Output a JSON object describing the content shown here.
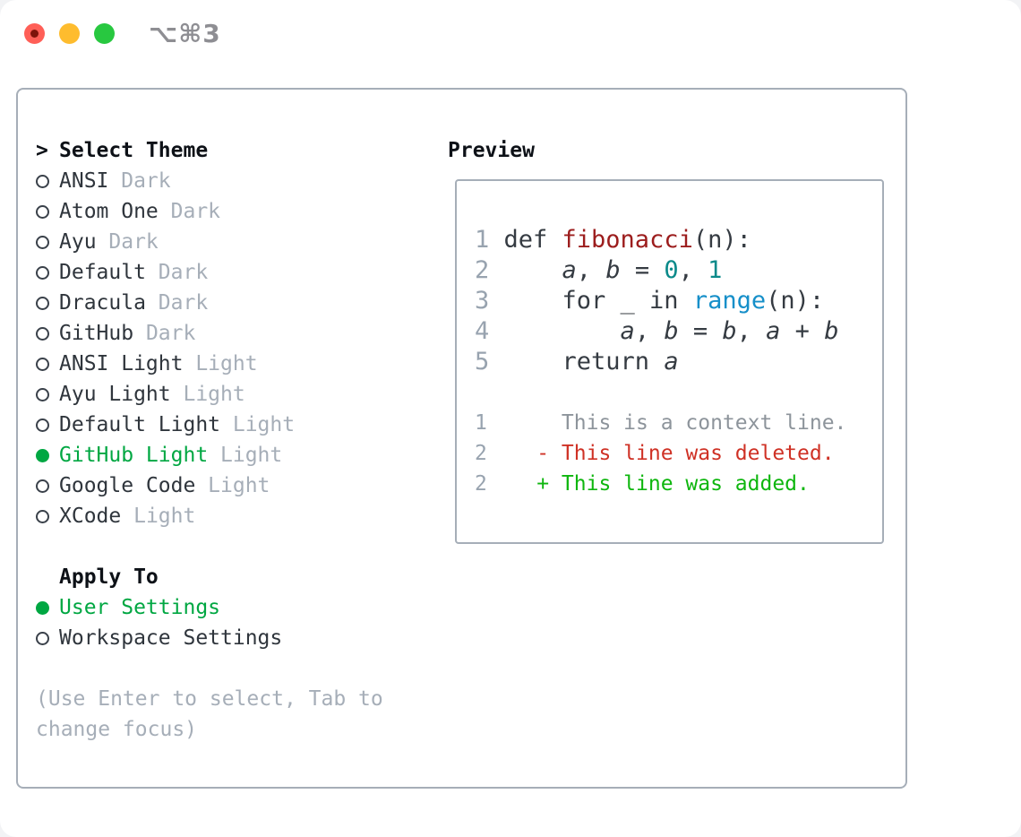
{
  "window": {
    "title": "⌥⌘3"
  },
  "sidebar": {
    "header_marker": ">",
    "header": "Select Theme",
    "themes": [
      {
        "name": "ANSI",
        "variant": "Dark",
        "selected": false
      },
      {
        "name": "Atom One",
        "variant": "Dark",
        "selected": false
      },
      {
        "name": "Ayu",
        "variant": "Dark",
        "selected": false
      },
      {
        "name": "Default",
        "variant": "Dark",
        "selected": false
      },
      {
        "name": "Dracula",
        "variant": "Dark",
        "selected": false
      },
      {
        "name": "GitHub",
        "variant": "Dark",
        "selected": false
      },
      {
        "name": "ANSI Light",
        "variant": "Light",
        "selected": false
      },
      {
        "name": "Ayu Light",
        "variant": "Light",
        "selected": false
      },
      {
        "name": "Default Light",
        "variant": "Light",
        "selected": false
      },
      {
        "name": "GitHub Light",
        "variant": "Light",
        "selected": true
      },
      {
        "name": "Google Code",
        "variant": "Light",
        "selected": false
      },
      {
        "name": "XCode",
        "variant": "Light",
        "selected": false
      }
    ],
    "apply_header": "Apply To",
    "apply_options": [
      {
        "name": "User Settings",
        "selected": true
      },
      {
        "name": "Workspace Settings",
        "selected": false
      }
    ],
    "help_line1": "(Use Enter to select, Tab to",
    "help_line2": "change focus)"
  },
  "preview": {
    "title": "Preview",
    "code_lines": [
      {
        "num": "1",
        "tokens": [
          {
            "t": "def ",
            "c": "code"
          },
          {
            "t": "fibonacci",
            "c": "title"
          },
          {
            "t": "(n):",
            "c": "code"
          }
        ]
      },
      {
        "num": "2",
        "tokens": [
          {
            "t": "    ",
            "c": "code"
          },
          {
            "t": "a",
            "c": "var"
          },
          {
            "t": ", ",
            "c": "code"
          },
          {
            "t": "b",
            "c": "var"
          },
          {
            "t": " = ",
            "c": "code"
          },
          {
            "t": "0",
            "c": "num"
          },
          {
            "t": ", ",
            "c": "code"
          },
          {
            "t": "1",
            "c": "num"
          }
        ]
      },
      {
        "num": "3",
        "tokens": [
          {
            "t": "    for _ in ",
            "c": "code"
          },
          {
            "t": "range",
            "c": "builtin"
          },
          {
            "t": "(n):",
            "c": "code"
          }
        ]
      },
      {
        "num": "4",
        "tokens": [
          {
            "t": "        ",
            "c": "code"
          },
          {
            "t": "a",
            "c": "var"
          },
          {
            "t": ", ",
            "c": "code"
          },
          {
            "t": "b",
            "c": "var"
          },
          {
            "t": " = ",
            "c": "code"
          },
          {
            "t": "b",
            "c": "var"
          },
          {
            "t": ", ",
            "c": "code"
          },
          {
            "t": "a",
            "c": "var"
          },
          {
            "t": " + ",
            "c": "code"
          },
          {
            "t": "b",
            "c": "var"
          }
        ]
      },
      {
        "num": "5",
        "tokens": [
          {
            "t": "    return ",
            "c": "code"
          },
          {
            "t": "a",
            "c": "var"
          }
        ]
      }
    ],
    "diff_lines": [
      {
        "num": "1",
        "tokens": [
          {
            "t": "     This is a context line.",
            "c": "context"
          }
        ]
      },
      {
        "num": "2",
        "tokens": [
          {
            "t": "   - This line was deleted.",
            "c": "deleted"
          }
        ]
      },
      {
        "num": "2",
        "tokens": [
          {
            "t": "   + This line was added.",
            "c": "added"
          }
        ]
      }
    ]
  },
  "colors": {
    "accent_green": "#00a742",
    "text_dark": "#2f353c",
    "muted": "#a6aeb8",
    "line_number": "#98a3af",
    "code_default": "#353b42",
    "code_title": "#9c1d1d",
    "code_number": "#0b8a8a",
    "code_builtin": "#168fc9",
    "diff_context": "#8d949b",
    "diff_deleted": "#cf3125",
    "diff_added": "#0eb60e",
    "border": "#a6aeb8",
    "titlebar_text": "#8e8e93",
    "traffic_red": "#ff5f57",
    "traffic_yellow": "#febc2e",
    "traffic_green": "#28c840"
  }
}
